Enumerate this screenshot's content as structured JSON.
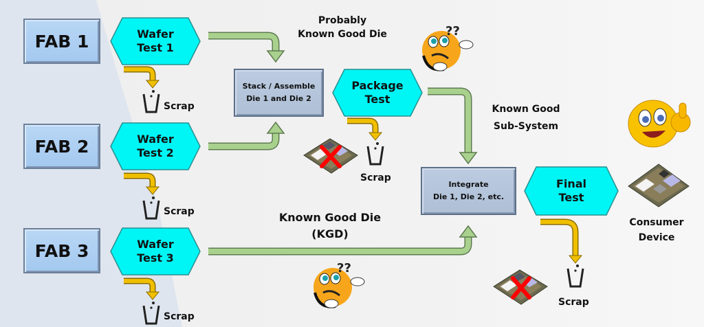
{
  "fabs": [
    {
      "label": "FAB 1"
    },
    {
      "label": "FAB 2"
    },
    {
      "label": "FAB 3"
    }
  ],
  "wafer_tests": [
    {
      "line1": "Wafer",
      "line2": "Test 1"
    },
    {
      "line1": "Wafer",
      "line2": "Test 2"
    },
    {
      "line1": "Wafer",
      "line2": "Test 3"
    }
  ],
  "stack_box": {
    "line1": "Stack / Assemble",
    "line2": "Die 1 and Die 2"
  },
  "package_test": {
    "line1": "Package",
    "line2": "Test"
  },
  "integrate_box": {
    "line1": "Integrate",
    "line2": "Die 1, Die 2, etc."
  },
  "final_test": {
    "line1": "Final",
    "line2": "Test"
  },
  "labels": {
    "probably_kgd": "Probably\nKnown Good Die",
    "known_good_subsystem": "Known  Good\nSub-System",
    "kgd": "Known Good Die\n(KGD)",
    "consumer_device": "Consumer\nDevice",
    "scrap": "Scrap"
  },
  "colors": {
    "fab_fill": "#a3c8ef",
    "test_fill": "#00ffff",
    "process_fill": "#b4c4da",
    "flow_arrow": "#a9d18e",
    "scrap_arrow": "#f0c000",
    "reject_mark": "#ff0000"
  },
  "icons": {
    "confused": "thinking-face-icon",
    "happy": "thumbs-up-face-icon",
    "bin": "trash-bin-icon",
    "chip": "circuit-board-icon"
  }
}
